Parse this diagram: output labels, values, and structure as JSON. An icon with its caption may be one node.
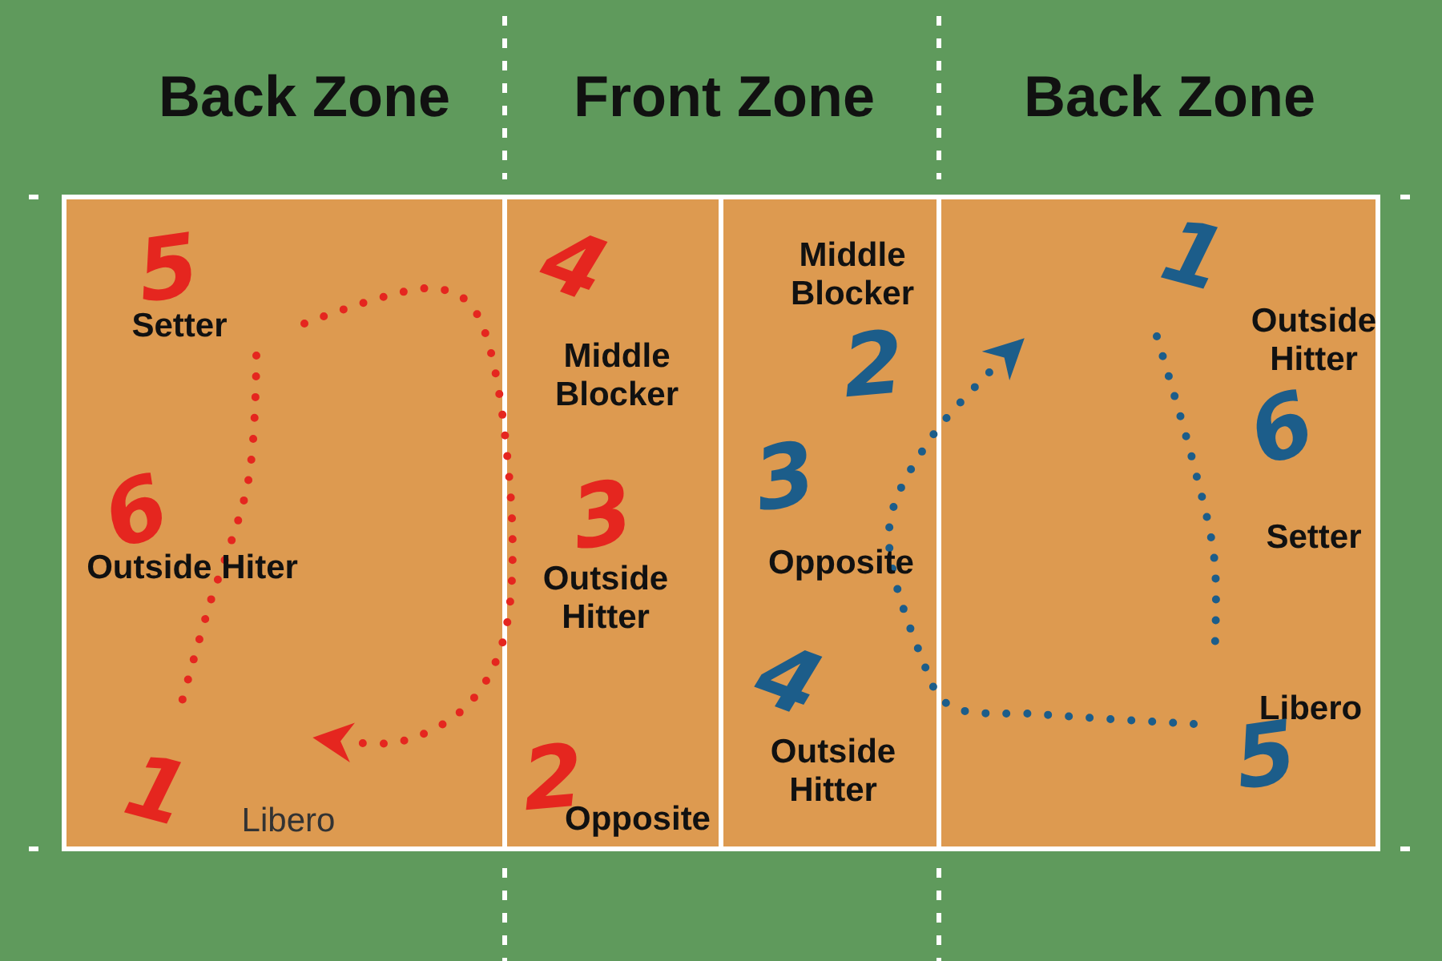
{
  "diagram": {
    "labels": [
      "Back Zone",
      "Front Zone",
      "Back Zone",
      "5",
      "Setter",
      "4",
      "Middle Blocker",
      "6",
      "Outside Hiter",
      "3",
      "Outside Hitter",
      "1",
      "Libero",
      "2",
      "Opposite",
      "Middle Blocker",
      "2",
      "1",
      "Outside Hitter",
      "3",
      "Opposite",
      "6",
      "Setter",
      "4",
      "Outside Hitter",
      "Libero",
      "5"
    ]
  }
}
